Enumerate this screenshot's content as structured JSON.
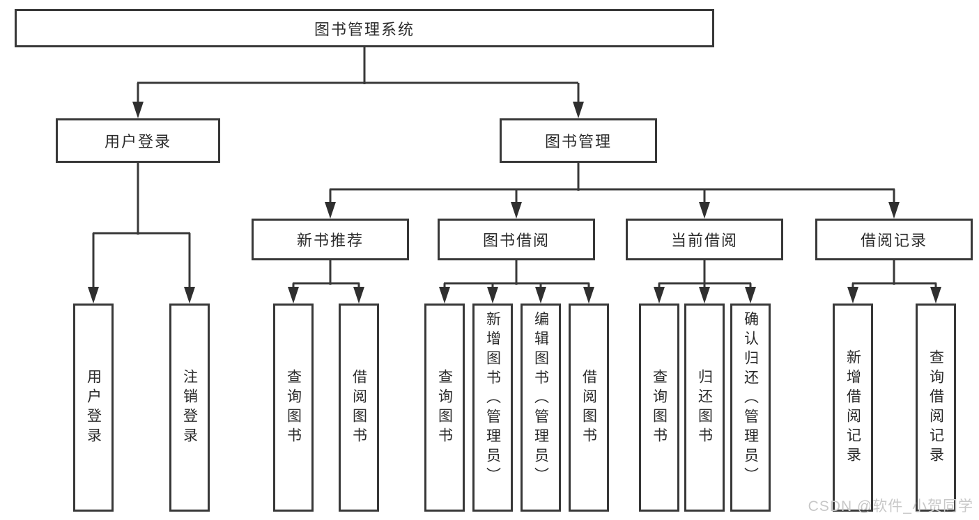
{
  "diagram": {
    "root": {
      "label": "图书管理系统"
    },
    "level2": [
      {
        "label": "用户登录"
      },
      {
        "label": "图书管理"
      }
    ],
    "level3": [
      {
        "label": "新书推荐"
      },
      {
        "label": "图书借阅"
      },
      {
        "label": "当前借阅"
      },
      {
        "label": "借阅记录"
      }
    ],
    "leaves": {
      "user_login": [
        {
          "label": "用户登录"
        },
        {
          "label": "注销登录"
        }
      ],
      "new_books": [
        {
          "label": "查询图书"
        },
        {
          "label": "借阅图书"
        }
      ],
      "book_borrow": [
        {
          "label": "查询图书"
        },
        {
          "label": "新增图书（管理员）"
        },
        {
          "label": "编辑图书（管理员）"
        },
        {
          "label": "借阅图书"
        }
      ],
      "current_borrow": [
        {
          "label": "查询图书"
        },
        {
          "label": "归还图书"
        },
        {
          "label": "确认归还（管理员）"
        }
      ],
      "borrow_records": [
        {
          "label": "新增借阅记录"
        },
        {
          "label": "查询借阅记录"
        }
      ]
    }
  },
  "watermark": {
    "text": "CSDN @软件_小贺同学"
  },
  "colors": {
    "line": "#383838",
    "box_border": "#383838",
    "text": "#2b2b2b",
    "watermark": "#c8c8c8",
    "background": "#ffffff"
  }
}
